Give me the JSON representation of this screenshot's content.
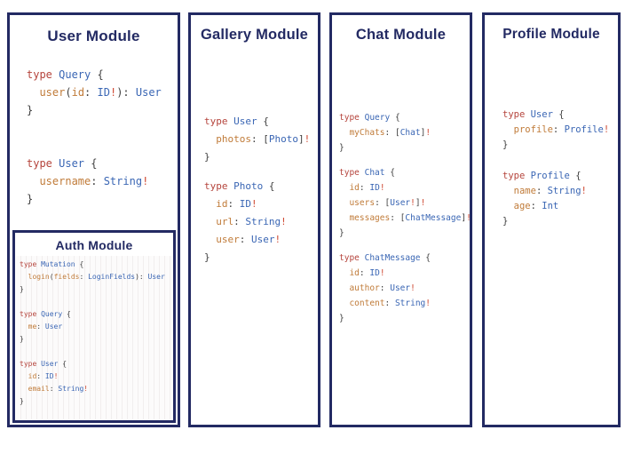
{
  "palette": {
    "navy": "#232a63",
    "keyword": "#b5443c",
    "type": "#3a66b4",
    "field": "#c07b39",
    "punct": "#3f3f3f",
    "bang": "#cf4a33"
  },
  "modules": {
    "user": {
      "title": "User Module",
      "blocks": [
        [
          [
            [
              "type ",
              "k"
            ],
            [
              "Query ",
              "t"
            ],
            [
              "{",
              "p"
            ]
          ],
          [
            [
              "  ",
              "p"
            ],
            [
              "user",
              "f"
            ],
            [
              "(",
              "p"
            ],
            [
              "id",
              "f"
            ],
            [
              ": ",
              "p"
            ],
            [
              "ID",
              "t"
            ],
            [
              "!",
              "b"
            ],
            [
              "): ",
              "p"
            ],
            [
              "User",
              "t"
            ]
          ],
          [
            [
              "}",
              "p"
            ]
          ]
        ],
        [
          [
            [
              "type ",
              "k"
            ],
            [
              "User ",
              "t"
            ],
            [
              "{",
              "p"
            ]
          ],
          [
            [
              "  ",
              "p"
            ],
            [
              "username",
              "f"
            ],
            [
              ": ",
              "p"
            ],
            [
              "String",
              "t"
            ],
            [
              "!",
              "b"
            ]
          ],
          [
            [
              "}",
              "p"
            ]
          ]
        ]
      ]
    },
    "gallery": {
      "title": "Gallery Module",
      "blocks": [
        [
          [
            [
              "type ",
              "k"
            ],
            [
              "User ",
              "t"
            ],
            [
              "{",
              "p"
            ]
          ],
          [
            [
              "  ",
              "p"
            ],
            [
              "photos",
              "f"
            ],
            [
              ": ",
              "p"
            ],
            [
              "[",
              "p"
            ],
            [
              "Photo",
              "t"
            ],
            [
              "]",
              "p"
            ],
            [
              "!",
              "b"
            ]
          ],
          [
            [
              "}",
              "p"
            ]
          ]
        ],
        [
          [
            [
              "type ",
              "k"
            ],
            [
              "Photo ",
              "t"
            ],
            [
              "{",
              "p"
            ]
          ],
          [
            [
              "  ",
              "p"
            ],
            [
              "id",
              "f"
            ],
            [
              ": ",
              "p"
            ],
            [
              "ID",
              "t"
            ],
            [
              "!",
              "b"
            ]
          ],
          [
            [
              "  ",
              "p"
            ],
            [
              "url",
              "f"
            ],
            [
              ": ",
              "p"
            ],
            [
              "String",
              "t"
            ],
            [
              "!",
              "b"
            ]
          ],
          [
            [
              "  ",
              "p"
            ],
            [
              "user",
              "f"
            ],
            [
              ": ",
              "p"
            ],
            [
              "User",
              "t"
            ],
            [
              "!",
              "b"
            ]
          ],
          [
            [
              "}",
              "p"
            ]
          ]
        ]
      ]
    },
    "chat": {
      "title": "Chat Module",
      "blocks": [
        [
          [
            [
              "type ",
              "k"
            ],
            [
              "Query ",
              "t"
            ],
            [
              "{",
              "p"
            ]
          ],
          [
            [
              "  ",
              "p"
            ],
            [
              "myChats",
              "f"
            ],
            [
              ": ",
              "p"
            ],
            [
              "[",
              "p"
            ],
            [
              "Chat",
              "t"
            ],
            [
              "]",
              "p"
            ],
            [
              "!",
              "b"
            ]
          ],
          [
            [
              "}",
              "p"
            ]
          ]
        ],
        [
          [
            [
              "type ",
              "k"
            ],
            [
              "Chat ",
              "t"
            ],
            [
              "{",
              "p"
            ]
          ],
          [
            [
              "  ",
              "p"
            ],
            [
              "id",
              "f"
            ],
            [
              ": ",
              "p"
            ],
            [
              "ID",
              "t"
            ],
            [
              "!",
              "b"
            ]
          ],
          [
            [
              "  ",
              "p"
            ],
            [
              "users",
              "f"
            ],
            [
              ": ",
              "p"
            ],
            [
              "[",
              "p"
            ],
            [
              "User",
              "t"
            ],
            [
              "!",
              "b"
            ],
            [
              "]",
              "p"
            ],
            [
              "!",
              "b"
            ]
          ],
          [
            [
              "  ",
              "p"
            ],
            [
              "messages",
              "f"
            ],
            [
              ": ",
              "p"
            ],
            [
              "[",
              "p"
            ],
            [
              "ChatMessage",
              "t"
            ],
            [
              "]",
              "p"
            ],
            [
              "!",
              "b"
            ]
          ],
          [
            [
              "}",
              "p"
            ]
          ]
        ],
        [
          [
            [
              "type ",
              "k"
            ],
            [
              "ChatMessage ",
              "t"
            ],
            [
              "{",
              "p"
            ]
          ],
          [
            [
              "  ",
              "p"
            ],
            [
              "id",
              "f"
            ],
            [
              ": ",
              "p"
            ],
            [
              "ID",
              "t"
            ],
            [
              "!",
              "b"
            ]
          ],
          [
            [
              "  ",
              "p"
            ],
            [
              "author",
              "f"
            ],
            [
              ": ",
              "p"
            ],
            [
              "User",
              "t"
            ],
            [
              "!",
              "b"
            ]
          ],
          [
            [
              "  ",
              "p"
            ],
            [
              "content",
              "f"
            ],
            [
              ": ",
              "p"
            ],
            [
              "String",
              "t"
            ],
            [
              "!",
              "b"
            ]
          ],
          [
            [
              "}",
              "p"
            ]
          ]
        ]
      ]
    },
    "profile": {
      "title": "Profile Module",
      "blocks": [
        [
          [
            [
              "type ",
              "k"
            ],
            [
              "User ",
              "t"
            ],
            [
              "{",
              "p"
            ]
          ],
          [
            [
              "  ",
              "p"
            ],
            [
              "profile",
              "f"
            ],
            [
              ": ",
              "p"
            ],
            [
              "Profile",
              "t"
            ],
            [
              "!",
              "b"
            ]
          ],
          [
            [
              "}",
              "p"
            ]
          ]
        ],
        [
          [
            [
              "type ",
              "k"
            ],
            [
              "Profile ",
              "t"
            ],
            [
              "{",
              "p"
            ]
          ],
          [
            [
              "  ",
              "p"
            ],
            [
              "name",
              "f"
            ],
            [
              ": ",
              "p"
            ],
            [
              "String",
              "t"
            ],
            [
              "!",
              "b"
            ]
          ],
          [
            [
              "  ",
              "p"
            ],
            [
              "age",
              "f"
            ],
            [
              ": ",
              "p"
            ],
            [
              "Int",
              "t"
            ]
          ],
          [
            [
              "}",
              "p"
            ]
          ]
        ]
      ]
    },
    "auth": {
      "title": "Auth Module",
      "blocks": [
        [
          [
            [
              "type ",
              "k"
            ],
            [
              "Mutation ",
              "t"
            ],
            [
              "{",
              "p"
            ]
          ],
          [
            [
              "  ",
              "p"
            ],
            [
              "login",
              "f"
            ],
            [
              "(",
              "p"
            ],
            [
              "fields",
              "f"
            ],
            [
              ": ",
              "p"
            ],
            [
              "LoginFields",
              "t"
            ],
            [
              "): ",
              "p"
            ],
            [
              "User",
              "t"
            ]
          ],
          [
            [
              "}",
              "p"
            ]
          ]
        ],
        [
          [
            [
              "type ",
              "k"
            ],
            [
              "Query ",
              "t"
            ],
            [
              "{",
              "p"
            ]
          ],
          [
            [
              "  ",
              "p"
            ],
            [
              "me",
              "f"
            ],
            [
              ": ",
              "p"
            ],
            [
              "User",
              "t"
            ]
          ],
          [
            [
              "}",
              "p"
            ]
          ]
        ],
        [
          [
            [
              "type ",
              "k"
            ],
            [
              "User ",
              "t"
            ],
            [
              "{",
              "p"
            ]
          ],
          [
            [
              "  ",
              "p"
            ],
            [
              "id",
              "f"
            ],
            [
              ": ",
              "p"
            ],
            [
              "ID",
              "t"
            ],
            [
              "!",
              "b"
            ]
          ],
          [
            [
              "  ",
              "p"
            ],
            [
              "email",
              "f"
            ],
            [
              ": ",
              "p"
            ],
            [
              "String",
              "t"
            ],
            [
              "!",
              "b"
            ]
          ],
          [
            [
              "}",
              "p"
            ]
          ]
        ]
      ]
    }
  }
}
